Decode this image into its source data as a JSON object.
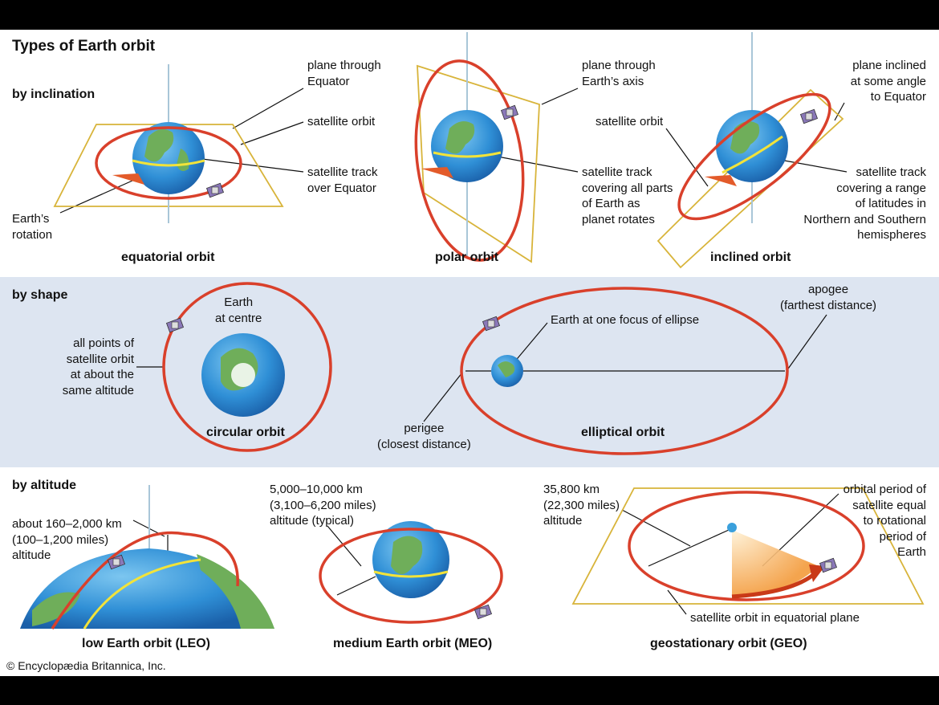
{
  "title": "Types of Earth orbit",
  "sections": {
    "inclination": "by inclination",
    "shape": "by shape",
    "altitude": "by altitude"
  },
  "equatorial": {
    "name": "equatorial orbit",
    "plane": "plane through\nEquator",
    "orbit": "satellite orbit",
    "track": "satellite track\nover Equator",
    "rotation": "Earth’s\nrotation"
  },
  "polar": {
    "name": "polar orbit",
    "plane": "plane through\nEarth’s axis",
    "track": "satellite track\ncovering all parts\nof Earth as\nplanet rotates"
  },
  "inclined": {
    "name": "inclined orbit",
    "plane": "plane inclined\nat some angle\nto Equator",
    "orbit": "satellite orbit",
    "track": "satellite track\ncovering a range\nof latitudes in\nNorthern and Southern\nhemispheres"
  },
  "circular": {
    "name": "circular orbit",
    "earth": "Earth\nat centre",
    "points": "all points of\nsatellite orbit\nat about the\nsame altitude"
  },
  "elliptical": {
    "name": "elliptical orbit",
    "focus": "Earth at one focus of ellipse",
    "apogee": "apogee\n(farthest distance)",
    "perigee": "perigee\n(closest distance)"
  },
  "leo": {
    "name": "low Earth orbit (LEO)",
    "altitude": "about 160–2,000 km\n(100–1,200 miles)\naltitude"
  },
  "meo": {
    "name": "medium Earth orbit (MEO)",
    "altitude": "5,000–10,000 km\n(3,100–6,200 miles)\naltitude (typical)"
  },
  "geo": {
    "name": "geostationary orbit (GEO)",
    "altitude": "35,800 km\n(22,300 miles)\naltitude",
    "period": "orbital period of\nsatellite equal\nto rotational\nperiod of\nEarth",
    "plane": "satellite orbit in equatorial plane"
  },
  "copyright": "© Encyclopædia Britannica, Inc.",
  "colors": {
    "orbit": "#d9402b",
    "plane": "#d8b43a",
    "track": "#f2e33a",
    "ocean": "#2f8fd6",
    "land": "#6fae5a",
    "band": "#dde5f1"
  }
}
